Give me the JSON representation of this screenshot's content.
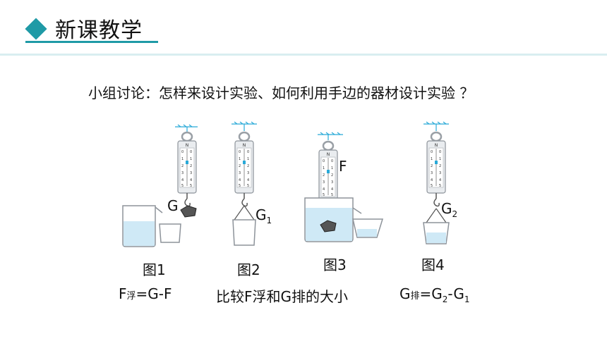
{
  "header": {
    "title": "新课教学"
  },
  "question": "小组讨论：怎样来设计实验、如何利用手边的器材设计实验 ？",
  "figures": [
    {
      "caption": "图1",
      "label": "G"
    },
    {
      "caption": "图2",
      "label_main": "G",
      "label_sub": "1"
    },
    {
      "caption": "图3",
      "label": "F"
    },
    {
      "caption": "图4",
      "label_main": "G",
      "label_sub": "2"
    }
  ],
  "formulas": {
    "f1": {
      "a": "F",
      "a_small": "浮",
      "b": "=G-F"
    },
    "f2": "比较F浮和G排的大小",
    "f3": {
      "a": "G",
      "a_small": "排",
      "b": "=G",
      "b_sub": "2",
      "c": "-G",
      "c_sub": "1"
    }
  },
  "colors": {
    "accent": "#1f9aa6",
    "water": "#cfe9f6",
    "hook": "#28a9d8"
  },
  "scale_ticks": [
    "0",
    "1",
    "2",
    "3",
    "4",
    "5"
  ]
}
